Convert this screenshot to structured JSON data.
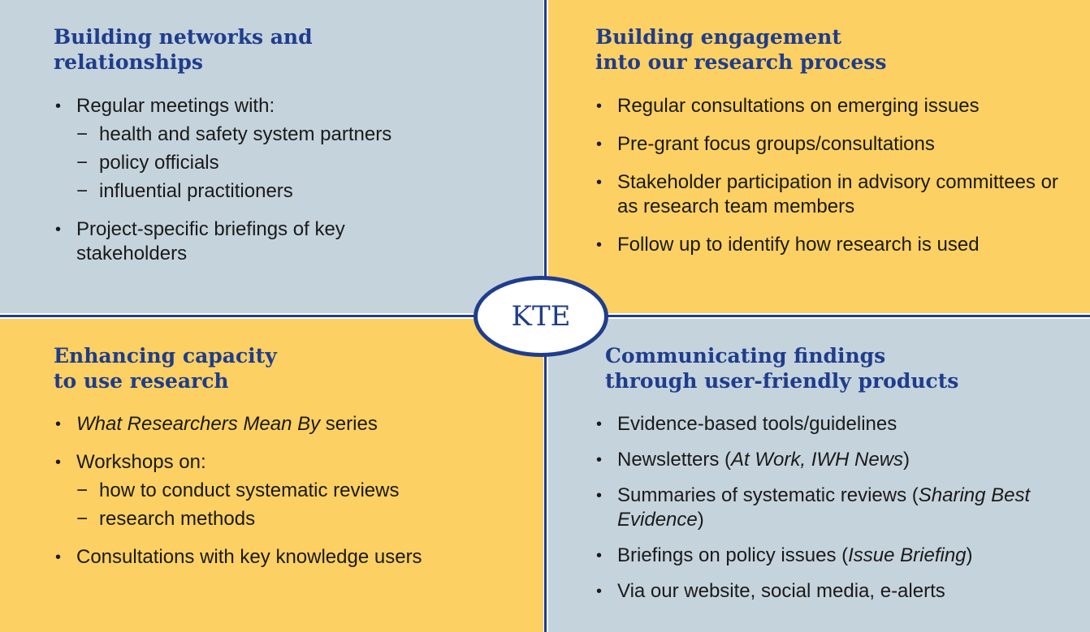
{
  "quadrants": {
    "top_left": {
      "title_line1": "Building networks and",
      "title_line2": "relationships",
      "item1": "Regular meetings with:",
      "item1_sub": [
        "health and safety system partners",
        "policy officials",
        "influential practitioners"
      ],
      "item2": "Project-specific briefings of key stakeholders"
    },
    "top_right": {
      "title_line1": "Building engagement",
      "title_line2": "into our research process",
      "items": [
        "Regular consultations on emerging issues",
        "Pre-grant focus groups/consultations",
        "Stakeholder participation in advisory committees or as research team members",
        "Follow up to identify how research is used"
      ]
    },
    "bottom_left": {
      "title_line1": "Enhancing capacity",
      "title_line2": "to use research",
      "item1_italic": "What Researchers Mean By",
      "item1_rest": " series",
      "item2": "Workshops on:",
      "item2_sub": [
        "how to conduct systematic reviews",
        "research methods"
      ],
      "item3": "Consultations with key knowledge users"
    },
    "bottom_right": {
      "title_line1": "Communicating findings",
      "title_line2": "through user-friendly products",
      "item1": "Evidence-based tools/guidelines",
      "item2_pre": "Newsletters (",
      "item2_italic": "At Work, IWH News",
      "item2_post": ")",
      "item3_pre": "Summaries of systematic reviews (",
      "item3_italic": "Sharing Best Evidence",
      "item3_post": ")",
      "item4_pre": "Briefings on policy issues (",
      "item4_italic": "Issue Briefing",
      "item4_post": ")",
      "item5": "Via our website, social media, e-alerts"
    }
  },
  "center_label": "KTE",
  "colors": {
    "blue_panel": "#c5d3dc",
    "yellow_panel": "#fcd062",
    "heading_blue": "#1f3d8c",
    "divider": "#1f3d8c"
  }
}
